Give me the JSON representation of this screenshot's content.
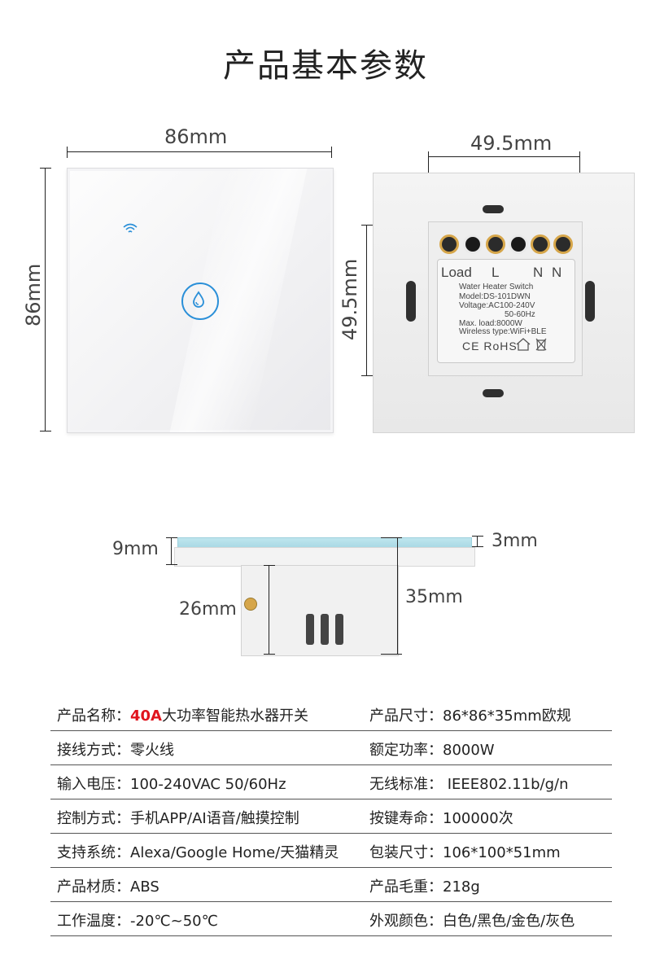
{
  "title": "产品基本参数",
  "front_view": {
    "width_label": "86mm",
    "height_label": "86mm"
  },
  "back_view": {
    "width_label": "49.5mm",
    "height_label": "49.5mm",
    "terminals": [
      "Load",
      "L",
      "N",
      "N"
    ],
    "label_lines": [
      "Water Heater Switch",
      "Model:DS-101DWN",
      "Voltage:AC100-240V",
      "50-60Hz",
      "Max. load:8000W",
      "Wireless type:WiFi+BLE"
    ],
    "cert_marks": "CE RoHS"
  },
  "side_view": {
    "left_label": "9mm",
    "right_label": "3mm",
    "depth_label": "26mm",
    "total_label": "35mm"
  },
  "specs": [
    {
      "left_label": "产品名称：",
      "left_highlight": "40A",
      "left_value": "大功率智能热水器开关",
      "right_label": "产品尺寸：",
      "right_value": "86*86*35mm欧规"
    },
    {
      "left_label": "接线方式：",
      "left_highlight": "",
      "left_value": "零火线",
      "right_label": "额定功率：",
      "right_value": "8000W"
    },
    {
      "left_label": "输入电压：",
      "left_highlight": "",
      "left_value": "100-240VAC 50/60Hz",
      "right_label": "无线标准：",
      "right_value": " IEEE802.11b/g/n"
    },
    {
      "left_label": "控制方式：",
      "left_highlight": "",
      "left_value": "手机APP/AI语音/触摸控制",
      "right_label": "按键寿命：",
      "right_value": "100000次"
    },
    {
      "left_label": "支持系统：",
      "left_highlight": "",
      "left_value": "Alexa/Google Home/天猫精灵",
      "right_label": "包装尺寸：",
      "right_value": "106*100*51mm"
    },
    {
      "left_label": "产品材质：",
      "left_highlight": "",
      "left_value": "ABS",
      "right_label": "产品毛重：",
      "right_value": "218g"
    },
    {
      "left_label": "工作温度：",
      "left_highlight": "",
      "left_value": "-20℃~50℃",
      "right_label": "外观颜色：",
      "right_value": "白色/黑色/金色/灰色"
    }
  ],
  "colors": {
    "accent_blue": "#2a8fd8",
    "highlight_red": "#e0141d"
  }
}
